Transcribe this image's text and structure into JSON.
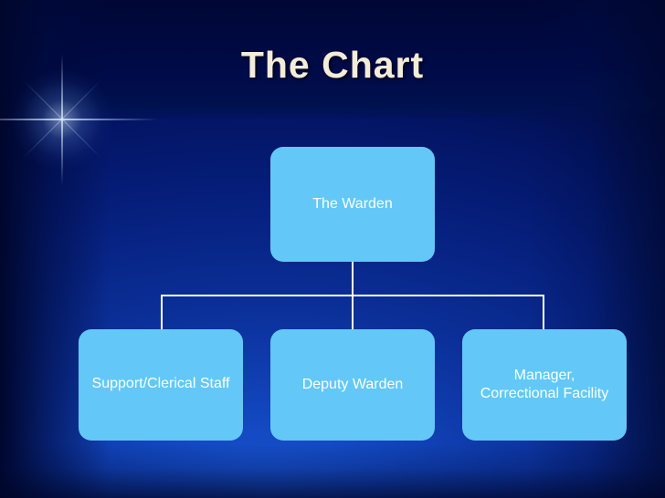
{
  "slide": {
    "title": "The Chart",
    "background_color": "#0b3099",
    "title_color": "#f2ecd9",
    "node_color": "#63c8f7",
    "connector_color": "#ffffff"
  },
  "chart_data": {
    "type": "diagram",
    "title": "The Chart",
    "nodes": [
      {
        "id": "warden",
        "label": "The Warden",
        "level": 0
      },
      {
        "id": "support",
        "label": "Support/Clerical Staff",
        "level": 1
      },
      {
        "id": "deputy",
        "label": "Deputy Warden",
        "level": 1
      },
      {
        "id": "manager",
        "label": "Manager,\nCorrectional Facility",
        "level": 1
      }
    ],
    "edges": [
      {
        "from": "warden",
        "to": "support"
      },
      {
        "from": "warden",
        "to": "deputy"
      },
      {
        "from": "warden",
        "to": "manager"
      }
    ]
  },
  "nodes": {
    "warden": "The Warden",
    "support": "Support/Clerical Staff",
    "deputy": "Deputy Warden",
    "manager_line1": "Manager,",
    "manager_line2": "Correctional Facility"
  }
}
